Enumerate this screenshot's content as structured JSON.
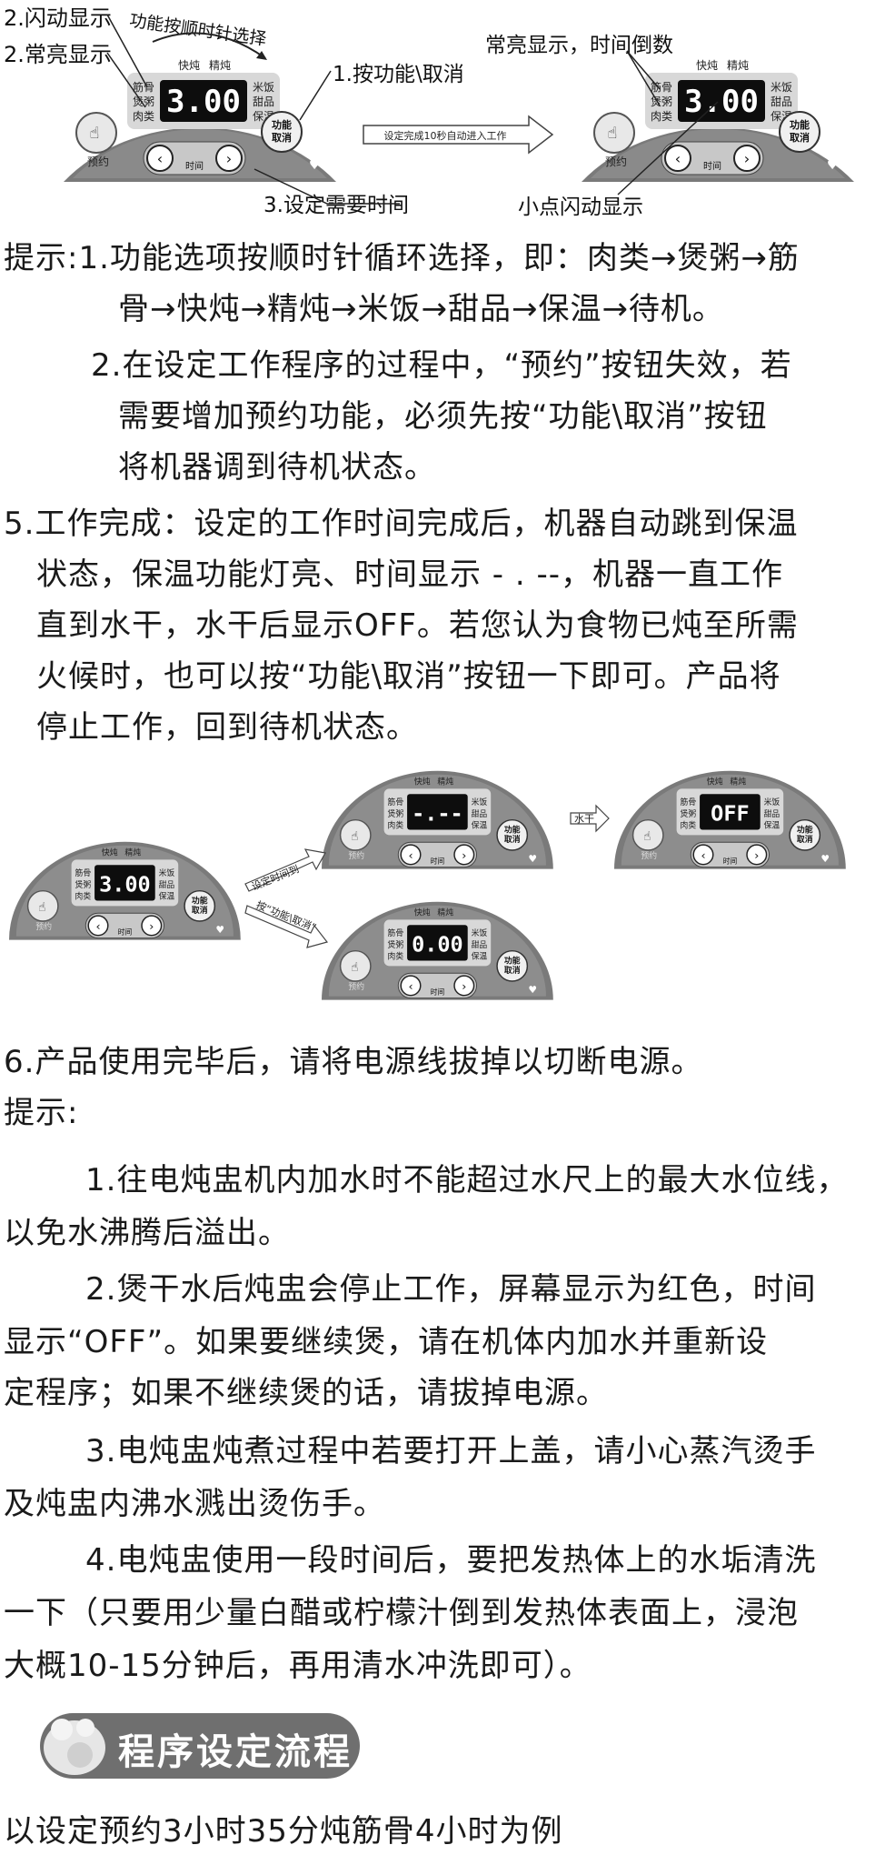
{
  "diagram1": {
    "label_blink": "2.闪动显示",
    "label_steady": "2.常亮显示",
    "label_clockwise": "功能按顺时针选择",
    "label_press_func": "1.按功能\\取消",
    "label_set_time": "3.设定需要时间",
    "label_steady_countdown": "常亮显示，时间倒数",
    "label_dot_blink": "小点闪动显示",
    "arrow_text": "设定完成10秒自动进入工作",
    "panel_left": {
      "display": "3.00",
      "top1": "快炖",
      "top2": "精炖",
      "left1": "筋骨",
      "left2": "煲粥",
      "left3": "肉类",
      "right1": "米饭",
      "right2": "甜品",
      "right3": "保温",
      "func1": "功能",
      "func2": "取消",
      "reserve": "预约",
      "time": "时间"
    },
    "panel_right": {
      "display": "3.00",
      "top1": "快炖",
      "top2": "精炖",
      "left1": "筋骨",
      "left2": "煲粥",
      "left3": "肉类",
      "right1": "米饭",
      "right2": "甜品",
      "right3": "保温",
      "func1": "功能",
      "func2": "取消",
      "reserve": "预约",
      "time": "时间"
    }
  },
  "tips1": {
    "line1": "提示:1.功能选项按顺时针循环选择，即：肉类→煲粥→筋",
    "line2": "骨→快炖→精炖→米饭→甜品→保温→待机。",
    "line3": "2.在设定工作程序的过程中，“预约”按钮失效，若",
    "line4": "需要增加预约功能，必须先按“功能\\取消”按钮",
    "line5": "将机器调到待机状态。"
  },
  "section5": {
    "line1": "5.工作完成：设定的工作时间完成后，机器自动跳到保温",
    "line2": "状态，保温功能灯亮、时间显示 -  . --，机器一直工作",
    "line3": "直到水干，水干后显示OFF。若您认为食物已炖至所需",
    "line4": "火候时，也可以按“功能\\取消”按钮一下即可。产品将",
    "line5": "停止工作，回到待机状态。"
  },
  "diagram2": {
    "arrow_time_up": "设定时间到",
    "arrow_press_func": "按“功能\\取消”",
    "arrow_water_dry": "水干",
    "panel_start": {
      "display": "3.00"
    },
    "panel_keepwarm": {
      "display": "-.--"
    },
    "panel_off": {
      "display": "OFF"
    },
    "panel_cancel": {
      "display": "0.00"
    },
    "labels": {
      "top1": "快炖",
      "top2": "精炖",
      "left1": "筋骨",
      "left2": "煲粥",
      "left3": "肉类",
      "right1": "米饭",
      "right2": "甜品",
      "right3": "保温",
      "func1": "功能",
      "func2": "取消",
      "reserve": "预约",
      "time": "时间"
    }
  },
  "section6": {
    "line1": "6.产品使用完毕后，请将电源线拔掉以切断电源。",
    "line2": "提示:",
    "line3": "1.往电炖盅机内加水时不能超过水尺上的最大水位线，",
    "line4": "以免水沸腾后溢出。",
    "line5": "2.煲干水后炖盅会停止工作，屏幕显示为红色，时间",
    "line6": "显示“OFF”。如果要继续煲，请在机体内加水并重新设",
    "line7": "定程序；如果不继续煲的话，请拔掉电源。",
    "line8": "3.电炖盅炖煮过程中若要打开上盖，请小心蒸汽烫手",
    "line9": "及炖盅内沸水溅出烫伤手。",
    "line10": "4.电炖盅使用一段时间后，要把发热体上的水垢清洗",
    "line11": "一下（只要用少量白醋或柠檬汁倒到发热体表面上，浸泡",
    "line12": "大概10-15分钟后，再用清水冲洗即可）。"
  },
  "heading": {
    "title": "程序设定流程"
  },
  "footer": {
    "example": "以设定预约3小时35分炖筋骨4小时为例"
  },
  "colors": {
    "panel": "#7a7a7a",
    "panel_inner": "#d0d0d0",
    "lcd": "#0d0d0d",
    "heading_pill": "#6f6f6f"
  }
}
